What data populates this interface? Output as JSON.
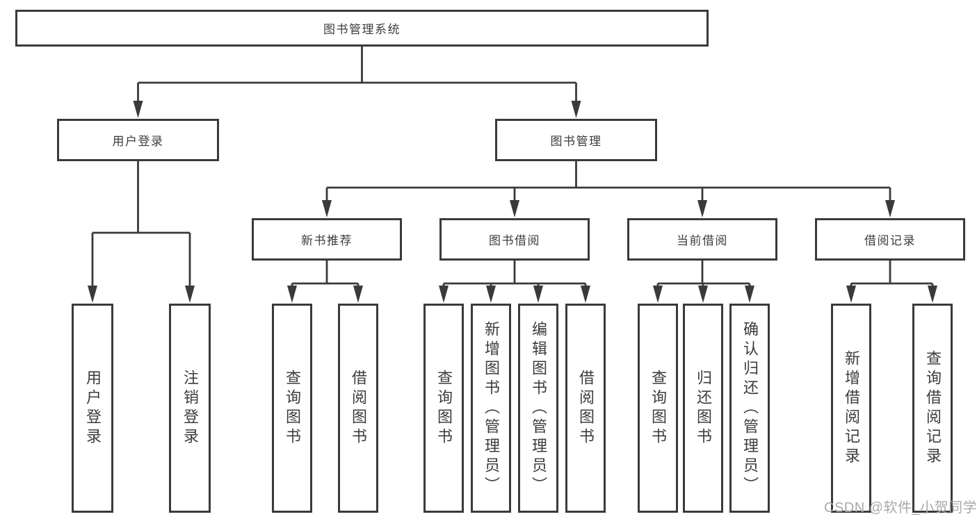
{
  "tree": {
    "root": "图书管理系统",
    "branches": [
      {
        "label": "用户登录",
        "children": [
          "用户登录",
          "注销登录"
        ]
      },
      {
        "label": "图书管理",
        "children": [
          {
            "label": "新书推荐",
            "children": [
              "查询图书",
              "借阅图书"
            ]
          },
          {
            "label": "图书借阅",
            "children": [
              "查询图书",
              "新增图书（管理员）",
              "编辑图书（管理员）",
              "借阅图书"
            ]
          },
          {
            "label": "当前借阅",
            "children": [
              "查询图书",
              "归还图书",
              "确认归还（管理员）"
            ]
          },
          {
            "label": "借阅记录",
            "children": [
              "新增借阅记录",
              "查询借阅记录"
            ]
          }
        ]
      }
    ]
  },
  "watermark": "CSDN @软件_小贺同学",
  "colors": {
    "line": "#3a3a3a",
    "text": "#3c3c3c",
    "watermark": "#a9a9a9"
  }
}
